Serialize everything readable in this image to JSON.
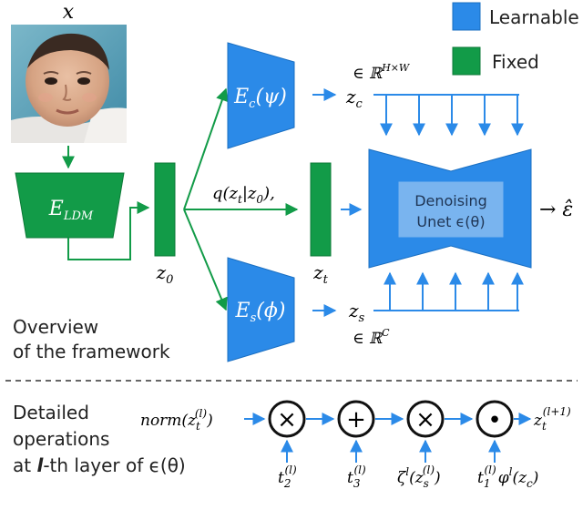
{
  "colors": {
    "learnable": "#2b8ae8",
    "fixed": "#129b48",
    "arrow_blue": "#2b8ae8",
    "arrow_green": "#129b48"
  },
  "input_label": "x",
  "legend": {
    "learnable": "Learnable",
    "fixed": "Fixed"
  },
  "encoders": {
    "ldm": {
      "label": "E",
      "sub": "LDM"
    },
    "content": {
      "label": "E",
      "sub": "c",
      "arg": "(ψ)"
    },
    "style": {
      "label": "E",
      "sub": "s",
      "arg": "(ϕ)"
    }
  },
  "latents": {
    "z0": {
      "base": "z",
      "sub": "0"
    },
    "zt": {
      "base": "z",
      "sub": "t"
    },
    "zc": {
      "base": "z",
      "sub": "c"
    },
    "zs": {
      "base": "z",
      "sub": "s"
    }
  },
  "forward_process": {
    "q": "q(",
    "z": "z",
    "sub": "t",
    "given": "|z",
    "sub0": "0",
    "end": "),",
    "suffix": ""
  },
  "spaces": {
    "zc_space": "∈ ℝ",
    "zc_sup": "H×W",
    "zs_space": "∈ ℝ",
    "zs_sup": "C"
  },
  "unet": {
    "line1": "Denoising",
    "line2": "Unet ϵ(θ)"
  },
  "output": "→ ε̂",
  "overview": {
    "line1": "Overview",
    "line2": "of the framework"
  },
  "detail": {
    "line1": "Detailed",
    "line2": "operations",
    "line3_a": "at ",
    "line3_l": "l",
    "line3_b": "-th layer of ϵ(θ)"
  },
  "ops": {
    "input": "norm(z",
    "input_sub": "t",
    "input_sup": "(l)",
    "input_end": ")",
    "symbols": [
      "×",
      "+",
      "×",
      "•"
    ],
    "output_base": "z",
    "output_sub": "t",
    "output_sup": "(l+1)",
    "terms": [
      {
        "base": "t",
        "sub": "2",
        "sup": "(l)"
      },
      {
        "base": "t",
        "sub": "3",
        "sup": "(l)"
      },
      {
        "text": "ζ",
        "sup": "l",
        "open": "(z",
        "sub": "s",
        "sup2": "(l)",
        "close": ")"
      },
      {
        "base": "t",
        "sub": "1",
        "sup": "(l)",
        "phi": "φ",
        "phi_sup": "l",
        "arg": "(z",
        "arg_sub": "c",
        "arg_close": ")"
      }
    ]
  }
}
